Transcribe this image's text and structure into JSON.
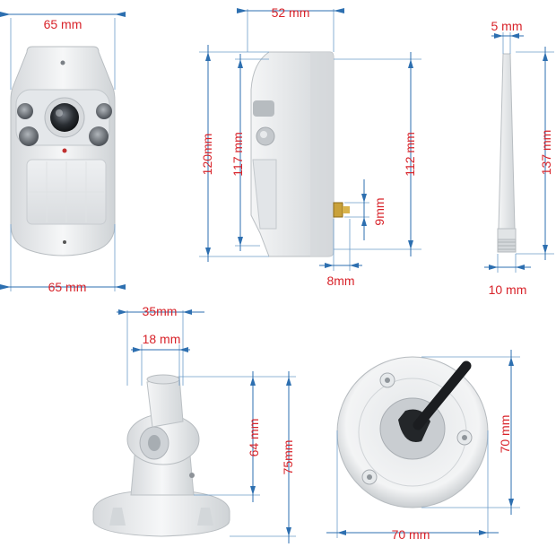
{
  "colors": {
    "dimension_line": "#2d6fb0",
    "label": "#d8232a",
    "product_body": "#eceef0",
    "product_shadow": "#bfc4c8"
  },
  "camera_front": {
    "top_width": "65 mm",
    "bottom_width": "65 mm"
  },
  "camera_side": {
    "depth": "52 mm",
    "height_outer": "120mm",
    "height_inner": "117 mm",
    "height_rear": "112 mm",
    "connector_height": "9mm",
    "connector_depth": "8mm"
  },
  "antenna": {
    "width_top": "5 mm",
    "length": "137 mm",
    "width_base": "10 mm"
  },
  "bracket_side": {
    "base_width": "35mm",
    "stem_width": "18 mm",
    "joint_height": "64 mm",
    "total_height": "75mm"
  },
  "bracket_base": {
    "diameter_h": "70 mm",
    "diameter_v": "70 mm"
  }
}
